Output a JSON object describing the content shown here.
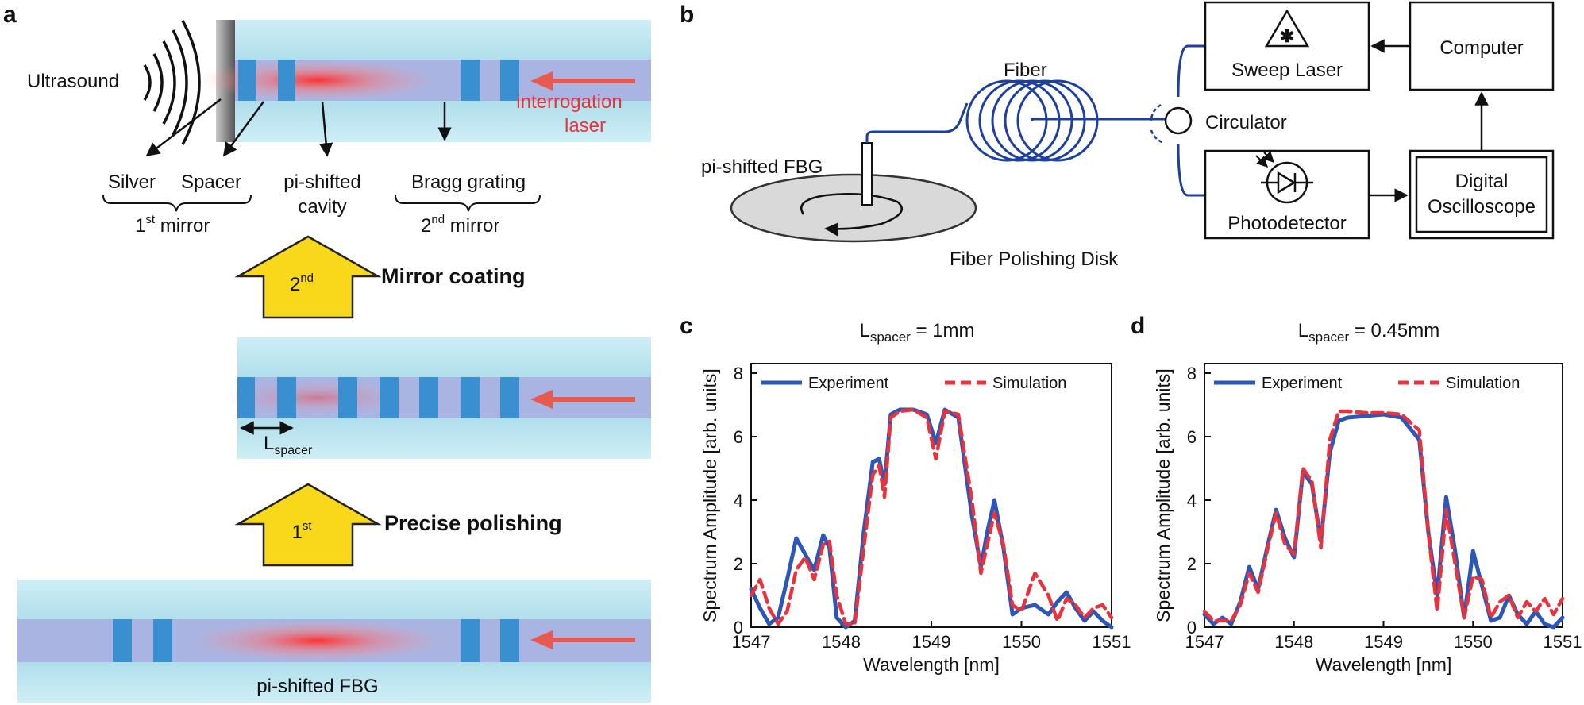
{
  "panels": {
    "a": {
      "letter": "a",
      "ultrasound": "Ultrasound",
      "interrogation": [
        "interrogation",
        "laser"
      ],
      "silver": "Silver",
      "spacer": "Spacer",
      "cavity": [
        "pi-shifted",
        "cavity"
      ],
      "bragg": "Bragg grating",
      "mirror1": {
        "pre": "1",
        "sup": "st",
        "post": " mirror"
      },
      "mirror2": {
        "pre": "2",
        "sup": "nd",
        "post": " mirror"
      },
      "step2": {
        "num": "2",
        "sup": "nd",
        "label": "Mirror coating"
      },
      "step1": {
        "num": "1",
        "sup": "st",
        "label": "Precise polishing"
      },
      "lspacer": {
        "main": "L",
        "sub": "spacer"
      },
      "fbg_label": "pi-shifted FBG"
    },
    "b": {
      "letter": "b",
      "fiber": "Fiber",
      "fbg": "pi-shifted FBG",
      "disk": "Fiber Polishing Disk",
      "circulator": "Circulator",
      "sweep_laser": "Sweep Laser",
      "computer": "Computer",
      "photodetector": "Photodetector",
      "scope": [
        "Digital",
        "Oscilloscope"
      ]
    },
    "c": {
      "letter": "c",
      "title_main": "L",
      "title_sub": "spacer",
      "title_rest": " = 1mm"
    },
    "d": {
      "letter": "d",
      "title_main": "L",
      "title_sub": "spacer",
      "title_rest": " = 0.45mm"
    }
  },
  "colors": {
    "experiment": "#2b57b8",
    "simulation": "#e8323c",
    "glass": "#a8dbe8",
    "core": "#a7b3e0",
    "grating": "#3a8fd0",
    "arrow": "#e85a50",
    "yellow": "#f7d81a"
  },
  "chart_data": [
    {
      "type": "line",
      "panel": "c",
      "title": "Lspacer = 1mm",
      "xlabel": "Wavelength [nm]",
      "ylabel": "Spectrum Amplitude [arb. units]",
      "xlim": [
        1547,
        1551
      ],
      "ylim": [
        0,
        8
      ],
      "xticks": [
        1547,
        1548,
        1549,
        1550,
        1551
      ],
      "yticks": [
        0,
        2,
        4,
        6,
        8
      ],
      "legend": "top",
      "series": [
        {
          "name": "Experiment",
          "style": "solid",
          "x": [
            1547.0,
            1547.1,
            1547.2,
            1547.3,
            1547.4,
            1547.5,
            1547.6,
            1547.7,
            1547.8,
            1547.87,
            1547.95,
            1548.05,
            1548.15,
            1548.25,
            1548.35,
            1548.42,
            1548.48,
            1548.55,
            1548.65,
            1548.8,
            1548.95,
            1549.05,
            1549.15,
            1549.3,
            1549.45,
            1549.55,
            1549.62,
            1549.7,
            1549.8,
            1549.9,
            1550.0,
            1550.15,
            1550.3,
            1550.4,
            1550.5,
            1550.6,
            1550.7,
            1550.8,
            1550.9,
            1551.0
          ],
          "y": [
            1.2,
            0.6,
            0.1,
            0.3,
            1.5,
            2.8,
            2.3,
            1.8,
            2.9,
            2.5,
            0.3,
            0.0,
            0.2,
            3.0,
            5.2,
            5.3,
            4.5,
            6.7,
            6.85,
            6.85,
            6.7,
            5.8,
            6.85,
            6.6,
            3.5,
            1.9,
            3.0,
            4.0,
            2.5,
            0.4,
            0.6,
            0.7,
            0.4,
            0.8,
            1.1,
            0.6,
            0.2,
            0.5,
            0.2,
            0.0
          ]
        },
        {
          "name": "Simulation",
          "style": "dashed",
          "x": [
            1547.0,
            1547.1,
            1547.2,
            1547.3,
            1547.4,
            1547.5,
            1547.6,
            1547.7,
            1547.8,
            1547.87,
            1547.95,
            1548.05,
            1548.15,
            1548.25,
            1548.35,
            1548.42,
            1548.48,
            1548.55,
            1548.65,
            1548.8,
            1548.95,
            1549.05,
            1549.15,
            1549.3,
            1549.45,
            1549.55,
            1549.62,
            1549.7,
            1549.8,
            1549.9,
            1550.0,
            1550.15,
            1550.3,
            1550.4,
            1550.5,
            1550.6,
            1550.7,
            1550.8,
            1550.9,
            1551.0
          ],
          "y": [
            1.0,
            1.5,
            0.6,
            0.1,
            0.5,
            1.8,
            2.2,
            1.5,
            2.6,
            2.7,
            1.0,
            0.1,
            0.1,
            2.5,
            4.8,
            5.1,
            4.1,
            6.6,
            6.8,
            6.85,
            6.6,
            5.3,
            6.8,
            6.7,
            4.0,
            1.7,
            2.6,
            3.6,
            2.6,
            0.7,
            0.5,
            1.7,
            1.0,
            0.2,
            0.9,
            0.7,
            0.3,
            0.6,
            0.7,
            0.3
          ]
        }
      ]
    },
    {
      "type": "line",
      "panel": "d",
      "title": "Lspacer = 0.45mm",
      "xlabel": "Wavelength [nm]",
      "ylabel": "Spectrum Amplitude [arb. units]",
      "xlim": [
        1547,
        1551
      ],
      "ylim": [
        0,
        8
      ],
      "xticks": [
        1547,
        1548,
        1549,
        1550,
        1551
      ],
      "yticks": [
        0,
        2,
        4,
        6,
        8
      ],
      "legend": "top",
      "series": [
        {
          "name": "Experiment",
          "style": "solid",
          "x": [
            1547.0,
            1547.1,
            1547.2,
            1547.3,
            1547.4,
            1547.5,
            1547.6,
            1547.7,
            1547.8,
            1547.9,
            1548.0,
            1548.1,
            1548.2,
            1548.3,
            1548.4,
            1548.5,
            1548.6,
            1548.8,
            1549.0,
            1549.2,
            1549.4,
            1549.5,
            1549.6,
            1549.7,
            1549.8,
            1549.9,
            1550.0,
            1550.1,
            1550.2,
            1550.3,
            1550.4,
            1550.5,
            1550.6,
            1550.7,
            1550.8,
            1550.9,
            1551.0
          ],
          "y": [
            0.4,
            0.1,
            0.3,
            0.1,
            0.8,
            1.9,
            1.2,
            2.5,
            3.7,
            2.8,
            2.2,
            4.9,
            4.5,
            2.7,
            5.5,
            6.5,
            6.6,
            6.65,
            6.7,
            6.6,
            5.9,
            3.0,
            1.0,
            4.1,
            2.4,
            0.3,
            2.4,
            1.3,
            0.2,
            0.3,
            1.0,
            0.4,
            0.1,
            0.5,
            0.1,
            0.0,
            0.3
          ]
        },
        {
          "name": "Simulation",
          "style": "dashed",
          "x": [
            1547.0,
            1547.1,
            1547.2,
            1547.3,
            1547.4,
            1547.5,
            1547.6,
            1547.7,
            1547.8,
            1547.9,
            1548.0,
            1548.1,
            1548.2,
            1548.3,
            1548.4,
            1548.5,
            1548.6,
            1548.8,
            1549.0,
            1549.2,
            1549.4,
            1549.5,
            1549.6,
            1549.7,
            1549.8,
            1549.9,
            1550.0,
            1550.1,
            1550.2,
            1550.3,
            1550.4,
            1550.5,
            1550.6,
            1550.7,
            1550.8,
            1550.9,
            1551.0
          ],
          "y": [
            0.5,
            0.2,
            0.2,
            0.2,
            0.7,
            1.7,
            1.1,
            2.4,
            3.6,
            2.6,
            2.3,
            5.0,
            4.6,
            2.5,
            5.9,
            6.8,
            6.8,
            6.75,
            6.75,
            6.7,
            6.2,
            3.0,
            0.5,
            3.7,
            2.0,
            0.3,
            1.6,
            1.5,
            0.3,
            0.8,
            1.0,
            0.3,
            0.8,
            0.5,
            0.9,
            0.4,
            0.9
          ]
        }
      ]
    }
  ]
}
